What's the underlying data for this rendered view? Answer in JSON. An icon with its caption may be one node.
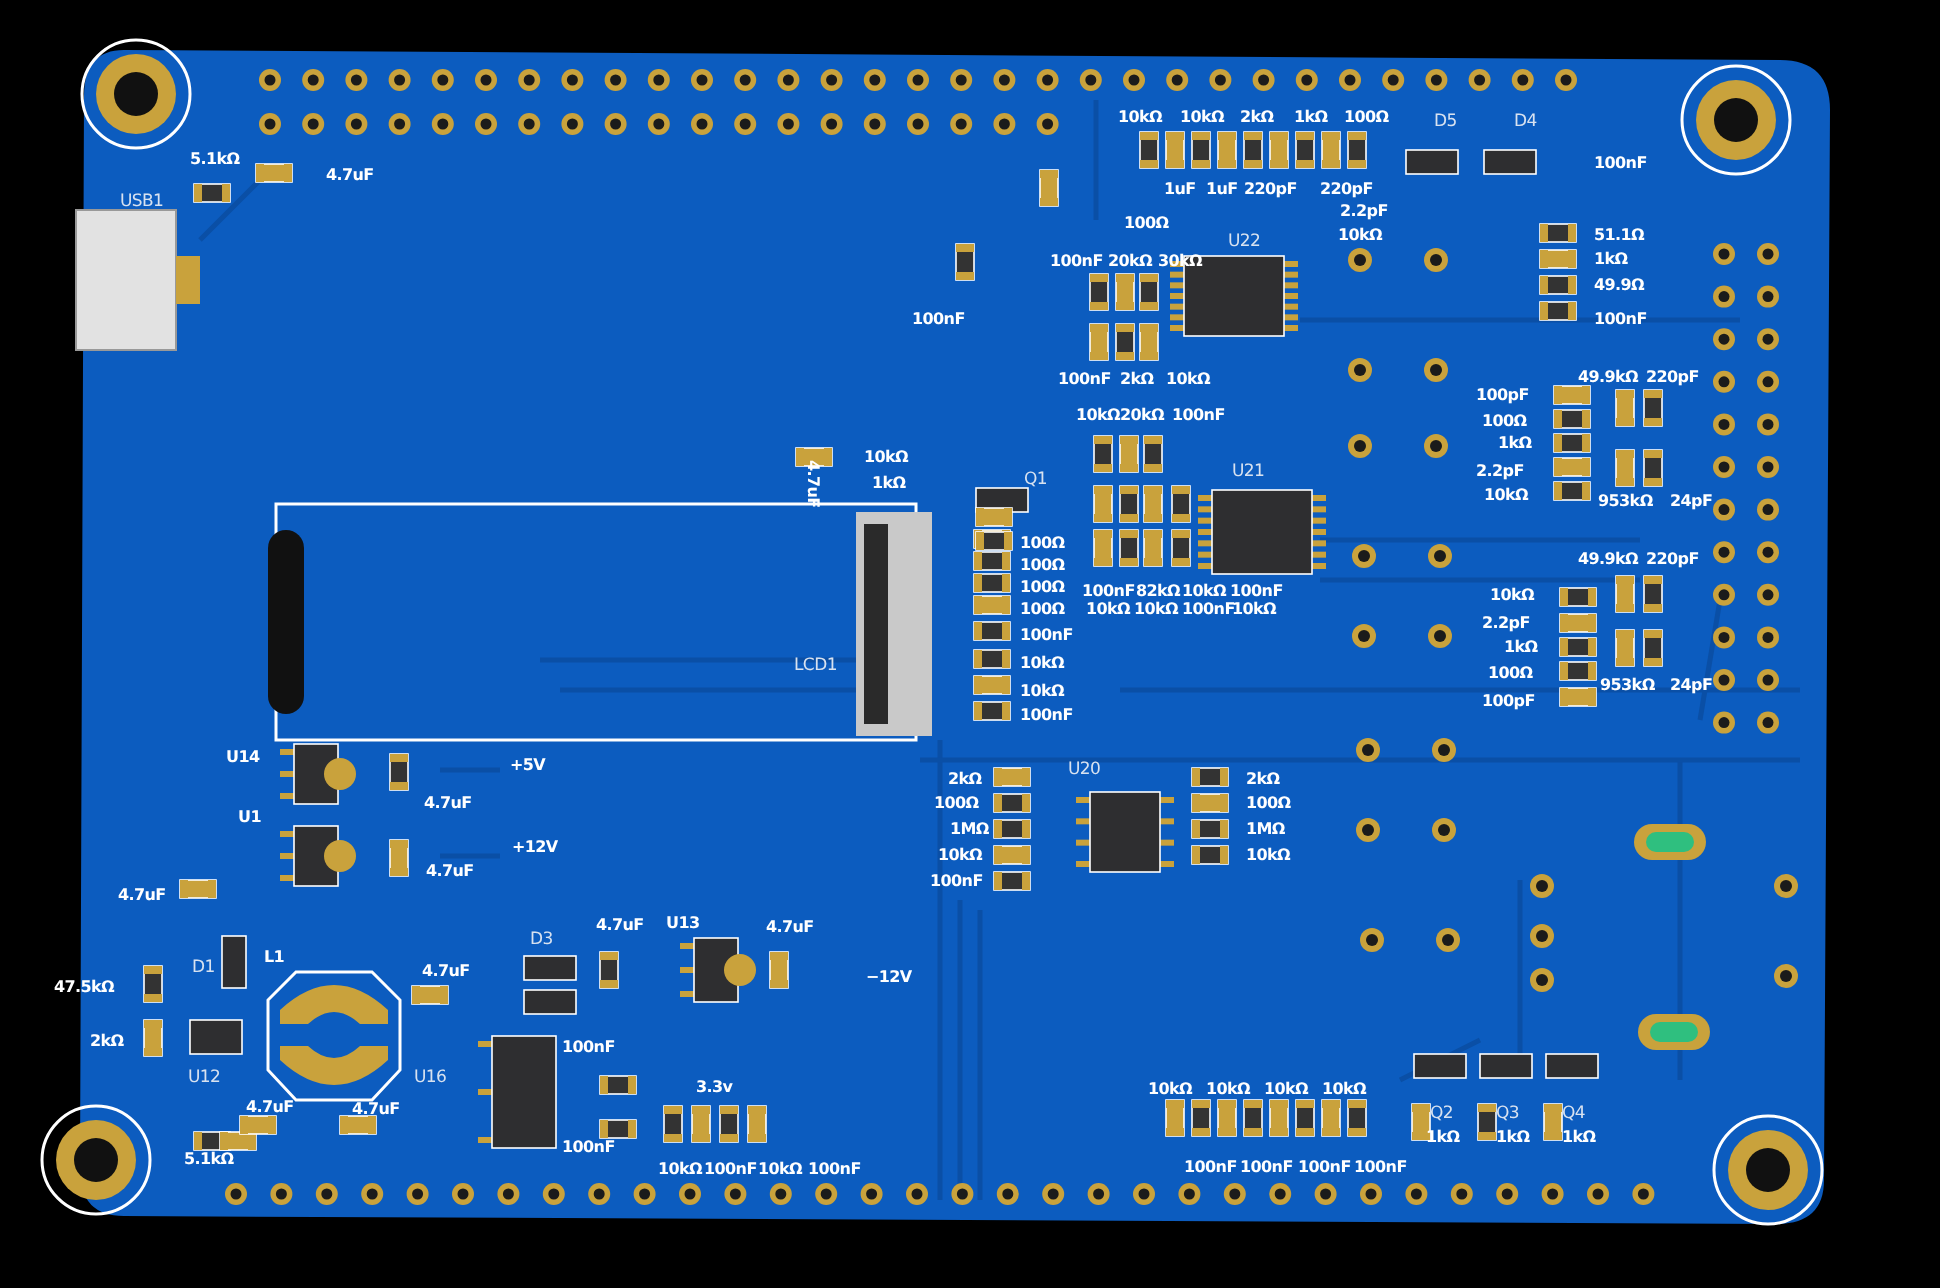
{
  "diagram": {
    "labels": [
      "10kΩ",
      "10kΩ",
      "2kΩ",
      "1kΩ",
      "100Ω",
      "D5",
      "D4",
      "5.1kΩ",
      "4.7uF",
      "100nF",
      "1uF",
      "1uF",
      "220pF",
      "220pF",
      "USB1",
      "2.2pF",
      "100Ω",
      "U22",
      "10kΩ",
      "51.1Ω",
      "100nF",
      "20kΩ",
      "30kΩ",
      "1kΩ",
      "49.9Ω",
      "100nF",
      "100nF",
      "100nF",
      "2kΩ",
      "10kΩ",
      "49.9kΩ",
      "220pF",
      "100pF",
      "10kΩ",
      "20kΩ",
      "100nF",
      "100Ω",
      "1kΩ",
      "10kΩ",
      "U21",
      "2.2pF",
      "4.7uF",
      "1kΩ",
      "Q1",
      "10kΩ",
      "953kΩ",
      "24pF",
      "100Ω",
      "100Ω",
      "49.9kΩ",
      "220pF",
      "100Ω",
      "100nF",
      "82kΩ",
      "10kΩ",
      "100nF",
      "10kΩ",
      "100Ω",
      "10kΩ",
      "10kΩ",
      "100nF",
      "10kΩ",
      "2.2pF",
      "100nF",
      "1kΩ",
      "LCD1",
      "10kΩ",
      "100Ω",
      "10kΩ",
      "100pF",
      "953kΩ",
      "24pF",
      "100nF",
      "U14",
      "+5V",
      "2kΩ",
      "U20",
      "2kΩ",
      "4.7uF",
      "100Ω",
      "100Ω",
      "U1",
      "1MΩ",
      "1MΩ",
      "+12V",
      "10kΩ",
      "10kΩ",
      "4.7uF",
      "100nF",
      "4.7uF",
      "D3",
      "4.7uF",
      "U13",
      "4.7uF",
      "D1",
      "L1",
      "4.7uF",
      "−12V",
      "47.5kΩ",
      "2kΩ",
      "100nF",
      "U12",
      "U16",
      "3.3v",
      "10kΩ",
      "10kΩ",
      "10kΩ",
      "10kΩ",
      "4.7uF",
      "4.7uF",
      "Q2",
      "Q3",
      "Q4",
      "100nF",
      "1kΩ",
      "1kΩ",
      "1kΩ",
      "5.1kΩ",
      "10kΩ",
      "100nF",
      "10kΩ",
      "100nF",
      "100nF",
      "100nF",
      "100nF",
      "100nF"
    ]
  }
}
